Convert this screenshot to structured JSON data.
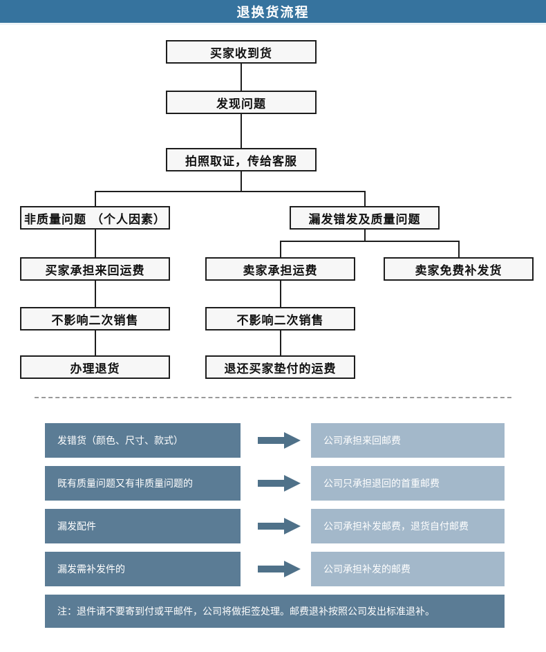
{
  "header": {
    "title": "退换货流程",
    "bg_color": "#36739e",
    "text_color": "#ffffff"
  },
  "flowchart": {
    "nodes": {
      "received": "买家收到货",
      "found_problem": "发现问题",
      "photo_evidence": "拍照取证，传给客服",
      "non_quality": "非质量问题 （个人因素）",
      "quality_issue": "漏发错发及质量问题",
      "buyer_pays_shipping": "买家承担来回运费",
      "seller_pays_shipping": "卖家承担运费",
      "seller_free_reship": "卖家免费补发货",
      "resale_ok_left": "不影响二次销售",
      "resale_ok_mid": "不影响二次销售",
      "process_return": "办理退货",
      "refund_shipping": "退还买家垫付的运费"
    },
    "box_border_color": "#1d1d1d",
    "box_fill_color": "#f7f7f7"
  },
  "policy": {
    "arrow_icon": "right-arrow-icon",
    "left_cell_color": "#5b7c95",
    "right_cell_color": "#a3b8ca",
    "rows": [
      {
        "condition": "发错货（颜色、尺寸、款式）",
        "result": "公司承担来回邮费"
      },
      {
        "condition": "既有质量问题又有非质量问题的",
        "result": "公司只承担退回的首重邮费"
      },
      {
        "condition": "漏发配件",
        "result": "公司承担补发邮费，退货自付邮费"
      },
      {
        "condition": "漏发需补发件的",
        "result": "公司承担补发的邮费"
      }
    ],
    "note": "注：退件请不要寄到付或平邮件，公司将做拒签处理。邮费退补按照公司发出标准退补。"
  }
}
